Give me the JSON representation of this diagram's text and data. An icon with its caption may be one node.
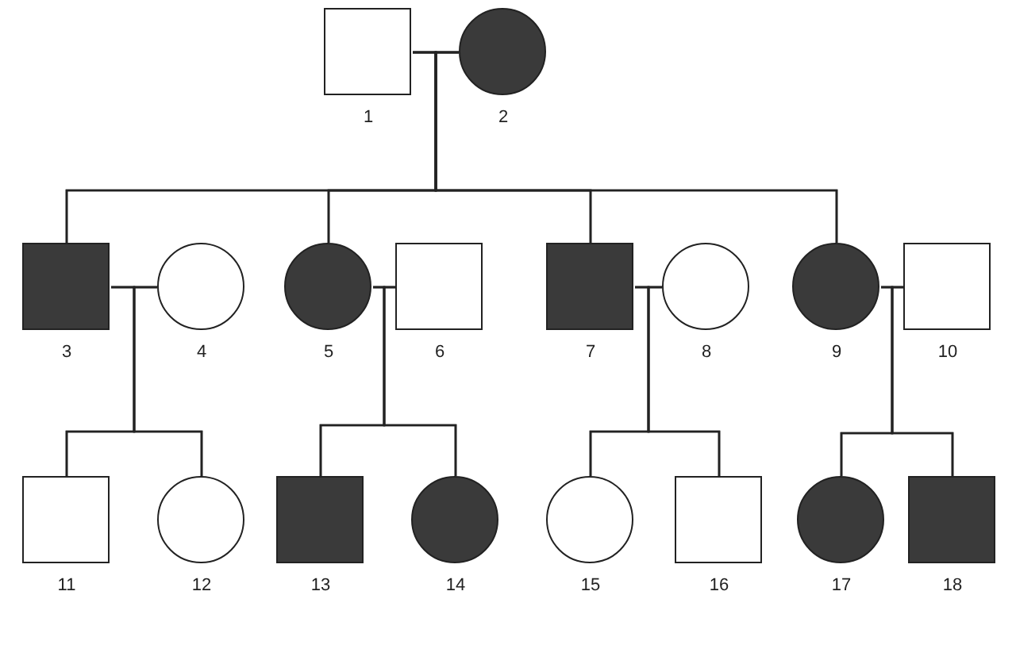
{
  "diagram": {
    "nodes": [
      {
        "text": [
          "1"
        ]
      },
      {
        "text": [
          "2"
        ]
      },
      {
        "text": [
          "3"
        ]
      },
      {
        "text": [
          "4"
        ]
      },
      {
        "text": [
          "5"
        ]
      },
      {
        "text": [
          "6"
        ]
      },
      {
        "text": [
          "7"
        ]
      },
      {
        "text": [
          "8"
        ]
      },
      {
        "text": [
          "9"
        ]
      },
      {
        "text": [
          "10"
        ]
      },
      {
        "text": [
          "11"
        ]
      },
      {
        "text": [
          "12"
        ]
      },
      {
        "text": [
          "13"
        ]
      },
      {
        "text": [
          "14"
        ]
      },
      {
        "text": [
          "15"
        ]
      },
      {
        "text": [
          "16"
        ]
      },
      {
        "text": [
          "17"
        ]
      },
      {
        "text": [
          "18"
        ]
      }
    ],
    "edges": [
      {
        "from": 0,
        "to": 1,
        "arrow": "none"
      },
      {
        "from": 0,
        "to": 2,
        "arrow": "none"
      },
      {
        "from": 1,
        "to": 2,
        "arrow": "none"
      },
      {
        "from": 0,
        "to": 4,
        "arrow": "none"
      },
      {
        "from": 1,
        "to": 4,
        "arrow": "none"
      },
      {
        "from": 0,
        "to": 6,
        "arrow": "none"
      },
      {
        "from": 1,
        "to": 6,
        "arrow": "none"
      },
      {
        "from": 0,
        "to": 8,
        "arrow": "none"
      },
      {
        "from": 1,
        "to": 8,
        "arrow": "none"
      },
      {
        "from": 2,
        "to": 3,
        "arrow": "none"
      },
      {
        "from": 4,
        "to": 5,
        "arrow": "none"
      },
      {
        "from": 6,
        "to": 7,
        "arrow": "none"
      },
      {
        "from": 8,
        "to": 9,
        "arrow": "none"
      },
      {
        "from": 2,
        "to": 10,
        "arrow": "none"
      },
      {
        "from": 3,
        "to": 10,
        "arrow": "none"
      },
      {
        "from": 2,
        "to": 11,
        "arrow": "none"
      },
      {
        "from": 3,
        "to": 11,
        "arrow": "none"
      },
      {
        "from": 4,
        "to": 12,
        "arrow": "none"
      },
      {
        "from": 5,
        "to": 12,
        "arrow": "none"
      },
      {
        "from": 4,
        "to": 13,
        "arrow": "none"
      },
      {
        "from": 5,
        "to": 13,
        "arrow": "none"
      },
      {
        "from": 6,
        "to": 14,
        "arrow": "none"
      },
      {
        "from": 7,
        "to": 14,
        "arrow": "none"
      },
      {
        "from": 6,
        "to": 15,
        "arrow": "none"
      },
      {
        "from": 7,
        "to": 15,
        "arrow": "none"
      },
      {
        "from": 8,
        "to": 16,
        "arrow": "none"
      },
      {
        "from": 9,
        "to": 16,
        "arrow": "none"
      },
      {
        "from": 8,
        "to": 17,
        "arrow": "none"
      },
      {
        "from": 9,
        "to": 17,
        "arrow": "none"
      }
    ]
  }
}
